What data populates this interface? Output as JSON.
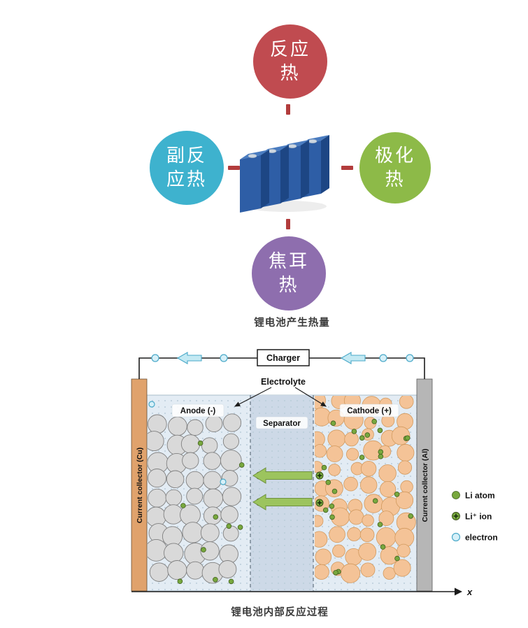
{
  "top_figure": {
    "caption": "锂电池产生热量",
    "nodes": {
      "top": {
        "line1": "反应",
        "line2": "热",
        "color": "#c04b50"
      },
      "left": {
        "line1": "副反",
        "line2": "应热",
        "color": "#3eb2ce"
      },
      "right": {
        "line1": "极化",
        "line2": "热",
        "color": "#8dba48"
      },
      "bottom": {
        "line1": "焦耳",
        "line2": "热",
        "color": "#8e6eae"
      }
    }
  },
  "bottom_figure": {
    "caption": "锂电池内部反应过程",
    "charger": "Charger",
    "electrolyte": "Electrolyte",
    "anode": "Anode (-)",
    "separator": "Separator",
    "cathode": "Cathode (+)",
    "collector_cu": "Current collector (Cu)",
    "collector_al": "Current collector (Al)",
    "x_axis": "x",
    "legend": [
      {
        "label": "Li atom"
      },
      {
        "label": "Li⁺ ion"
      },
      {
        "label": "electron"
      }
    ]
  },
  "colors": {
    "connector_dash": "#b23c3c",
    "battery_front": "#2e5ea6",
    "battery_side": "#1d4684",
    "battery_top": "#4a7cc0",
    "battery_terminal": "#ccd6e0",
    "collector_cu": "#e0a26c",
    "collector_al": "#b6b6b6",
    "electrolyte_bg": "#e3ecf4",
    "separator_bg": "#cdd9e7",
    "anode_particle": "#d9d9d9",
    "cathode_particle": "#f4c397",
    "li_atom": "#78a83e",
    "electron_fill": "#d6f0f8",
    "electron_stroke": "#4aa9c9",
    "arrow_green": "#9cc45e",
    "wire_arrow_fill": "#c3e9f3"
  }
}
